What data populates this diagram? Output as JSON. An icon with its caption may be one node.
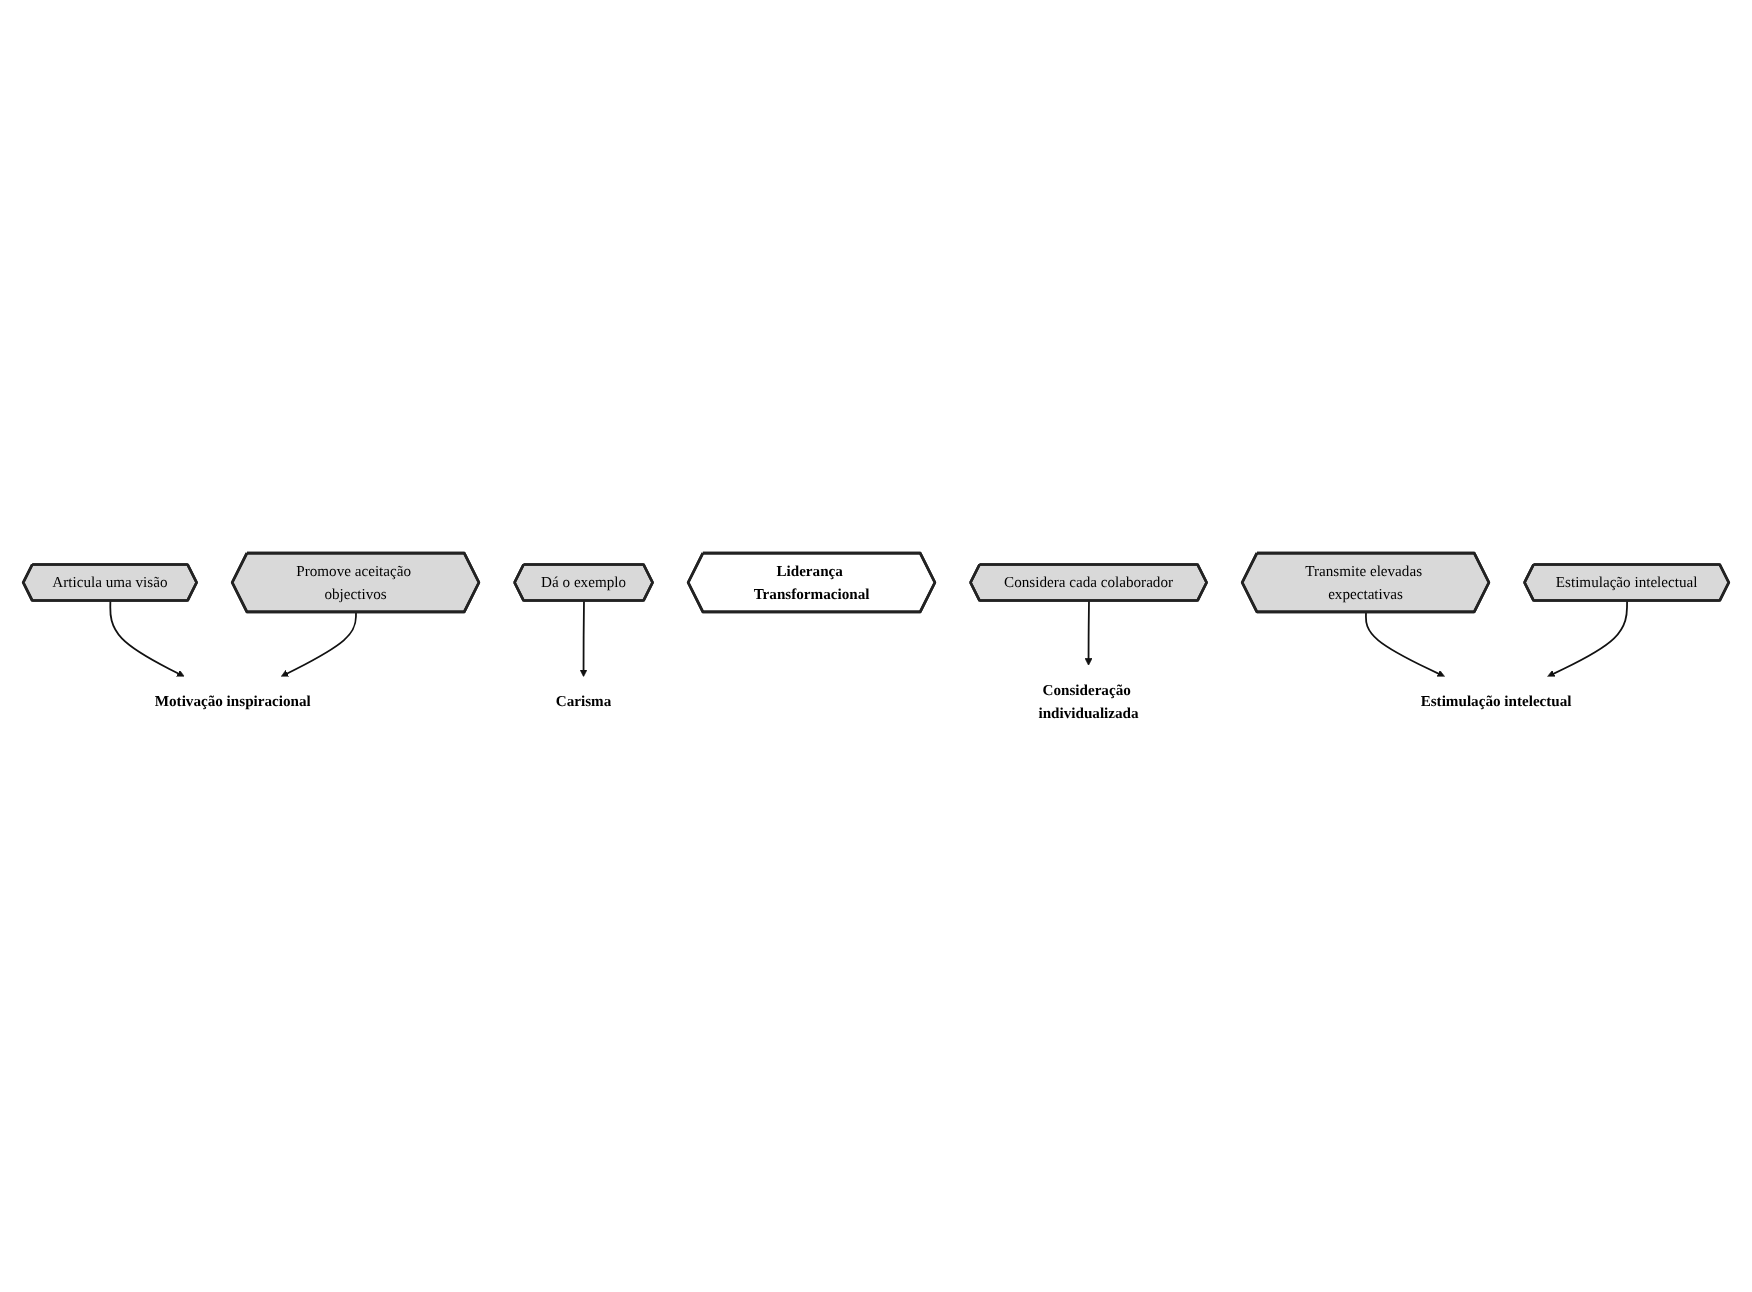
{
  "diagram": {
    "nodes": [
      {
        "text": [
          "Motivação inspiracional"
        ]
      },
      {
        "text": [
          "Articula uma visão"
        ]
      },
      {
        "text": [
          "Carisma"
        ]
      },
      {
        "text": [
          "Promove aceitação objectivos"
        ]
      },
      {
        "text": [
          "Dá o exemplo"
        ]
      },
      {
        "text": [
          "Liderança Transformacional"
        ]
      },
      {
        "text": [
          "Considera cada colaborador"
        ]
      },
      {
        "text": [
          "Transmite elevadas expectativas"
        ]
      },
      {
        "text": [
          "Estimulação intelectual"
        ]
      },
      {
        "text": [
          "Consideração individualizada"
        ]
      },
      {
        "text": [
          "Estimulação intelectual"
        ]
      }
    ],
    "edges": [
      {
        "from": 1,
        "to": 0,
        "arrow": "to"
      },
      {
        "from": 3,
        "to": 0,
        "arrow": "to"
      },
      {
        "from": 4,
        "to": 2,
        "arrow": "to"
      },
      {
        "from": 6,
        "to": 9,
        "arrow": "to"
      },
      {
        "from": 7,
        "to": 10,
        "arrow": "to"
      },
      {
        "from": 8,
        "to": 10,
        "arrow": "to"
      }
    ]
  }
}
